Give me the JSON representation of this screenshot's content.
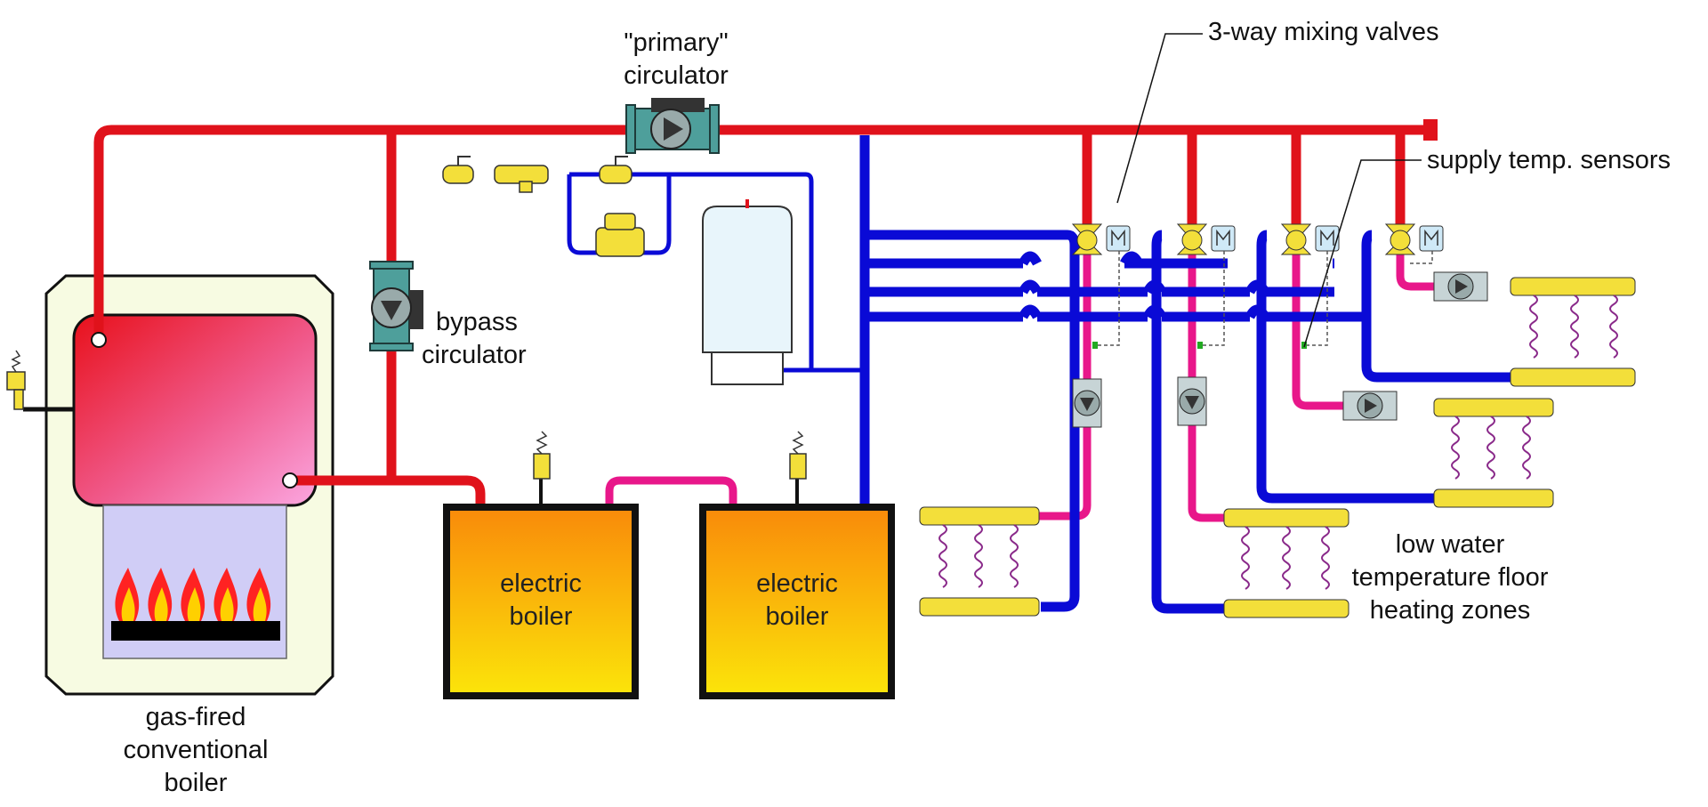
{
  "labels": {
    "primary_circulator": [
      "\"primary\"",
      "circulator"
    ],
    "bypass_circulator": [
      "bypass",
      "circulator"
    ],
    "mixing_valves": "3-way mixing valves",
    "supply_sensors": "supply temp. sensors",
    "gas_boiler": [
      "gas-fired",
      "conventional",
      "boiler"
    ],
    "electric_boiler_1": [
      "electric",
      "boiler"
    ],
    "electric_boiler_2": [
      "electric",
      "boiler"
    ],
    "floor_zones": [
      "low water",
      "temperature floor",
      "heating zones"
    ]
  },
  "colors": {
    "supply_pipe": "#e0121b",
    "return_pipe": "#0a0ad6",
    "mixed_pipe": "#e8178a",
    "brass": "#f3df3a",
    "boiler_frame": "#f7fbe2",
    "tank": "#e8f5fb"
  }
}
